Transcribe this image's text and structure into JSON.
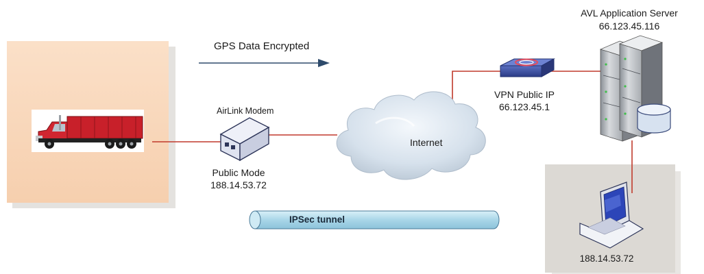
{
  "flow": {
    "label": "GPS Data Encrypted"
  },
  "modem": {
    "name": "AirLink Modem",
    "mode": "Public Mode",
    "ip": "188.14.53.72"
  },
  "internet": {
    "label": "Internet"
  },
  "vpn": {
    "label": "VPN Public IP",
    "ip": "66.123.45.1"
  },
  "server": {
    "label": "AVL Application Server",
    "ip": "66.123.45.116"
  },
  "tunnel": {
    "label": "IPSec tunnel"
  },
  "laptop": {
    "ip": "188.14.53.72"
  },
  "colors": {
    "vehicle_zone": "#f8d6ba",
    "client_zone": "#dedbd6",
    "link_line": "#c0392b",
    "arrow": "#2e4a6b",
    "tunnel": "#b8dfee",
    "truck_red": "#c8202a"
  }
}
